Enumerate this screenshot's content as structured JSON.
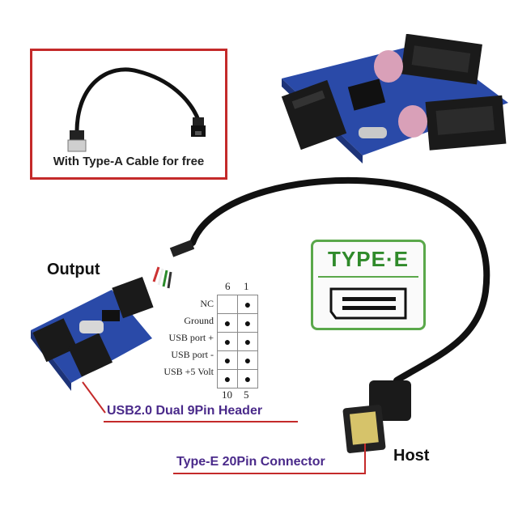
{
  "inset": {
    "caption": "With Type-A Cable for free"
  },
  "labels": {
    "output": "Output",
    "host": "Host",
    "header_callout": "USB2.0 Dual 9Pin Header",
    "connector_callout": "Type-E 20Pin Connector"
  },
  "pinout": {
    "top_left": "6",
    "top_right": "1",
    "bottom_left": "10",
    "bottom_right": "5",
    "rows": [
      {
        "label": "NC",
        "left": "",
        "right": "●"
      },
      {
        "label": "Ground",
        "left": "●",
        "right": "●"
      },
      {
        "label": "USB port +",
        "left": "●",
        "right": "●"
      },
      {
        "label": "USB port -",
        "left": "●",
        "right": "●"
      },
      {
        "label": "USB +5 Volt",
        "left": "●",
        "right": "●"
      }
    ]
  },
  "typee_badge": {
    "text": "TYPE·E"
  },
  "colors": {
    "accent_red": "#c42a2a",
    "callout_purple": "#4a2a8a",
    "badge_green": "#2f8a2a",
    "pcb_blue": "#2a4aa8"
  }
}
